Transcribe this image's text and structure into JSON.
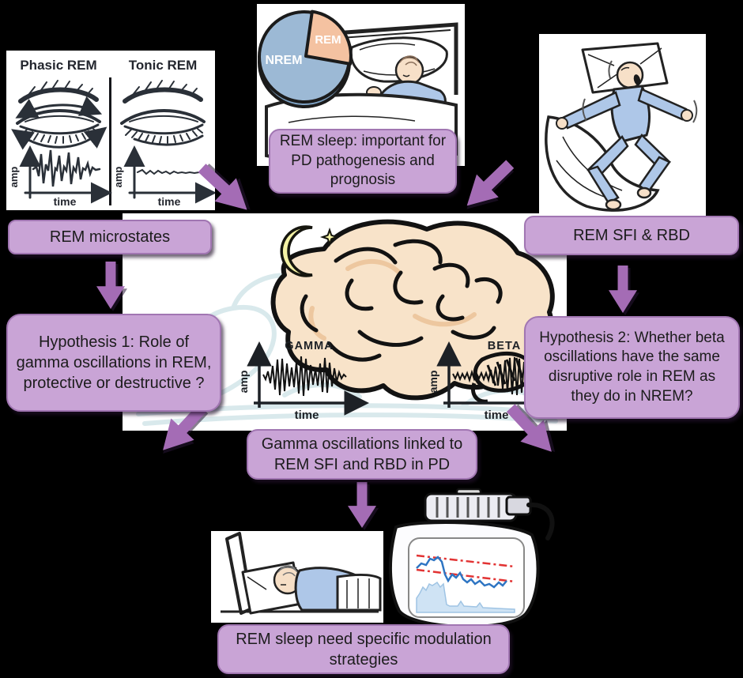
{
  "figure": {
    "background": "#000000",
    "boxes": {
      "top": "REM sleep: important for PD pathogenesis and prognosis",
      "rem_microstates": "REM microstates",
      "rem_sfi_rbd": "REM SFI & RBD",
      "hypothesis1": "Hypothesis 1: Role of gamma oscillations in REM, protective or destructive ?",
      "hypothesis2": "Hypothesis 2:  Whether beta oscillations have the same disruptive role in REM as they do in NREM?",
      "finding": "Gamma oscillations linked to REM SFI and RBD in PD",
      "conclusion": "REM sleep need specific modulation strategies"
    },
    "microstates_panel": {
      "phasic_title": "Phasic REM",
      "tonic_title": "Tonic REM"
    },
    "axes": {
      "amp": "amp",
      "time": "time"
    },
    "pie": {
      "nrem": "NREM",
      "rem": "REM"
    },
    "oscillations": {
      "gamma": "GAMMA",
      "beta": "BETA"
    },
    "colors": {
      "box_fill": "#c9a4d6",
      "box_border": "#a176b2",
      "arrow": "#a46cb5",
      "pie_nrem": "#9cb9d5",
      "pie_rem": "#f4c2a1",
      "pajama_blue": "#aec7e8",
      "brain_peach": "#f8e3c9",
      "signal_blue": "#2e75c3",
      "threshold_red": "#e23333"
    }
  }
}
